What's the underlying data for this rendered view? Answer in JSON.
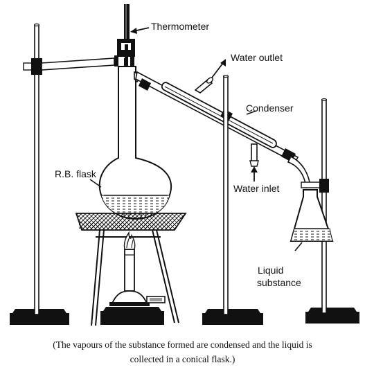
{
  "labels": {
    "thermometer": "Thermometer",
    "water_outlet": "Water outlet",
    "condenser": "Condenser",
    "rb_flask": "R.B. flask",
    "water_inlet": "Water inlet",
    "liquid": "Liquid",
    "substance": "substance"
  },
  "caption": {
    "line1": "(The vapours of the substance formed are condensed and the liquid is",
    "line2": "collected in a conical flask.)"
  },
  "colors": {
    "ink": "#111111",
    "paper": "#ffffff",
    "shade": "#9a9a9a"
  }
}
